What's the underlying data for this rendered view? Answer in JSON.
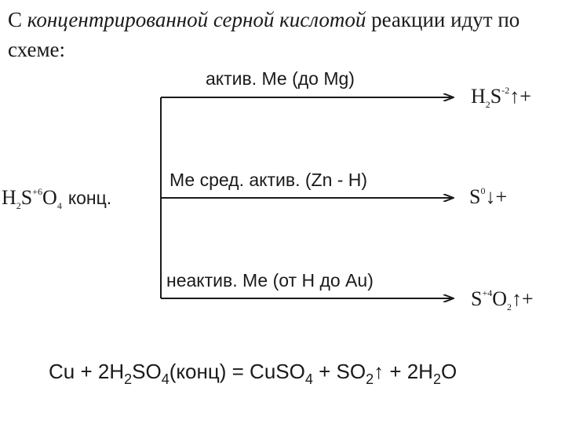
{
  "heading": {
    "part1": "С ",
    "italic": "концентрированной серной кислотой",
    "part2": " реакции идут по схеме:"
  },
  "reactant": {
    "h": "H",
    "h_sub": "2",
    "s": "S",
    "s_sup": "+6",
    "o": "O",
    "o_sub": "4",
    "konc": "конц."
  },
  "branches": [
    {
      "label": "актив. Ме (до Mg)",
      "product": {
        "p1": "H",
        "p1_sub": "2",
        "p2": "S",
        "p2_sup": "-2",
        "arrow": "↑",
        "tail": "+"
      }
    },
    {
      "label": "Ме сред. актив. (Zn - H)",
      "product": {
        "p2": "S",
        "p2_sup": "0",
        "arrow": "↓",
        "tail": "+"
      }
    },
    {
      "label": "неактив. Ме (от H до Au)",
      "product": {
        "p2": "S",
        "p2_sup": "+4",
        "p3": "O",
        "p3_sub": "2",
        "arrow": "↑",
        "tail": "+"
      }
    }
  ],
  "equation": {
    "t1": "Cu + 2H",
    "s1": "2",
    "t2": "SO",
    "s2": "4",
    "t3": "(конц) = CuSO",
    "s3": "4",
    "t4": " + SO",
    "s4": "2",
    "arrow": "↑",
    "t5": " + 2H",
    "s5": "2",
    "t6": "O"
  }
}
